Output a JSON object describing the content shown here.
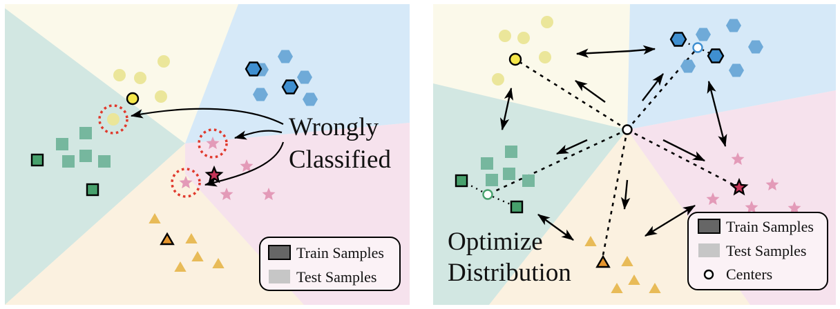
{
  "left_panel": {
    "annotation_line1": "Wrongly",
    "annotation_line2": "Classified",
    "legend": {
      "train_label": "Train Samples",
      "test_label": "Test Samples"
    }
  },
  "right_panel": {
    "annotation_line1": "Optimize",
    "annotation_line2": "Distribution",
    "legend": {
      "train_label": "Train Samples",
      "test_label": "Test Samples",
      "centers_label": "Centers"
    }
  },
  "classes": [
    {
      "name": "yellow-circle",
      "shape": "circle",
      "region_color": "#fbf9ea",
      "test_color": "#ebe69a",
      "train_color": "#f5e74a"
    },
    {
      "name": "blue-hexagon",
      "shape": "hexagon",
      "region_color": "#d6e9f8",
      "test_color": "#6faad8",
      "train_color": "#3f8fd0"
    },
    {
      "name": "green-square",
      "shape": "square",
      "region_color": "#d2e7e2",
      "test_color": "#76b79e",
      "train_color": "#47a06c"
    },
    {
      "name": "pink-star",
      "shape": "star",
      "region_color": "#f6e2ed",
      "test_color": "#e39ab8",
      "train_color": "#c63458"
    },
    {
      "name": "orange-triangle",
      "shape": "triangle",
      "region_color": "#fbf1e0",
      "test_color": "#e8bb58",
      "train_color": "#e6962e"
    }
  ],
  "colors": {
    "misclassified_ring": "#e0392c",
    "legend_train": "#666666",
    "legend_test": "#c6c6c6",
    "center_fill": "#ffffff",
    "green_center_ring": "#47a06c",
    "blue_center_ring": "#3f8fd0"
  }
}
